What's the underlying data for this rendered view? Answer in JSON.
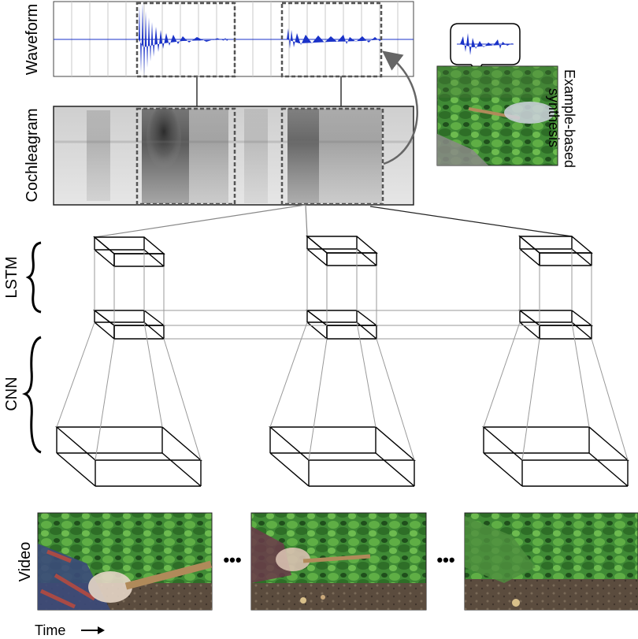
{
  "labels": {
    "waveform": "Waveform",
    "cochleagram": "Cochleagram",
    "example_synthesis_line1": "Example-based",
    "example_synthesis_line2": "synthesis",
    "lstm": "LSTM",
    "cnn": "CNN",
    "video": "Video",
    "time": "Time",
    "ellipsis": "•••"
  },
  "colors": {
    "waveform": "#1a32c8",
    "box_stroke": "#000000",
    "connector": "#9a9a9a",
    "dashed": "#555555",
    "arrow": "#666666"
  },
  "icons": {
    "time_arrow": "right-arrow-icon",
    "synthesis_arrow": "curved-arrow-icon"
  }
}
